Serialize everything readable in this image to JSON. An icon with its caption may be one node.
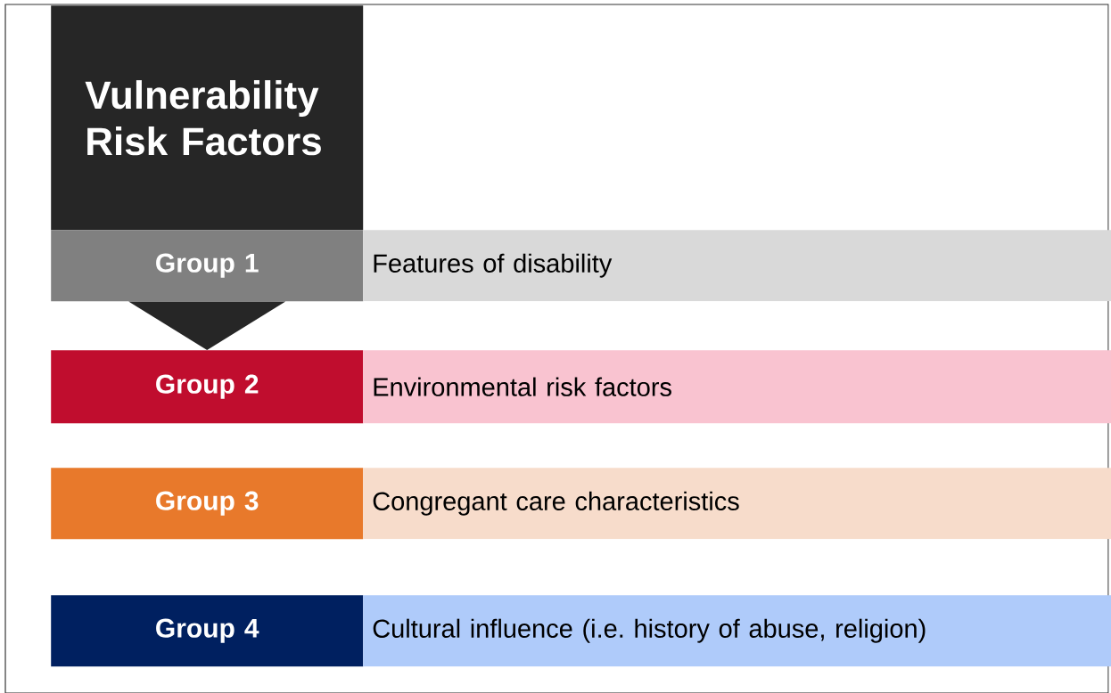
{
  "diagram": {
    "nodes": [
      {
        "text": [
          "Vulnerability Risk Factors"
        ]
      },
      {
        "text": [
          "Group 1"
        ]
      },
      {
        "text": [
          "Features of disability"
        ]
      },
      {
        "text": [
          "Group 2"
        ]
      },
      {
        "text": [
          "Environmental risk factors"
        ]
      },
      {
        "text": [
          "Group 3"
        ]
      },
      {
        "text": [
          "Congregant care characteristics"
        ]
      },
      {
        "text": [
          "Group 4"
        ]
      },
      {
        "text": [
          "Cultural influence (i.e. history of abuse, religion)"
        ]
      }
    ],
    "edges": [
      {
        "from": 1,
        "to": 3,
        "arrow": "to"
      }
    ]
  }
}
